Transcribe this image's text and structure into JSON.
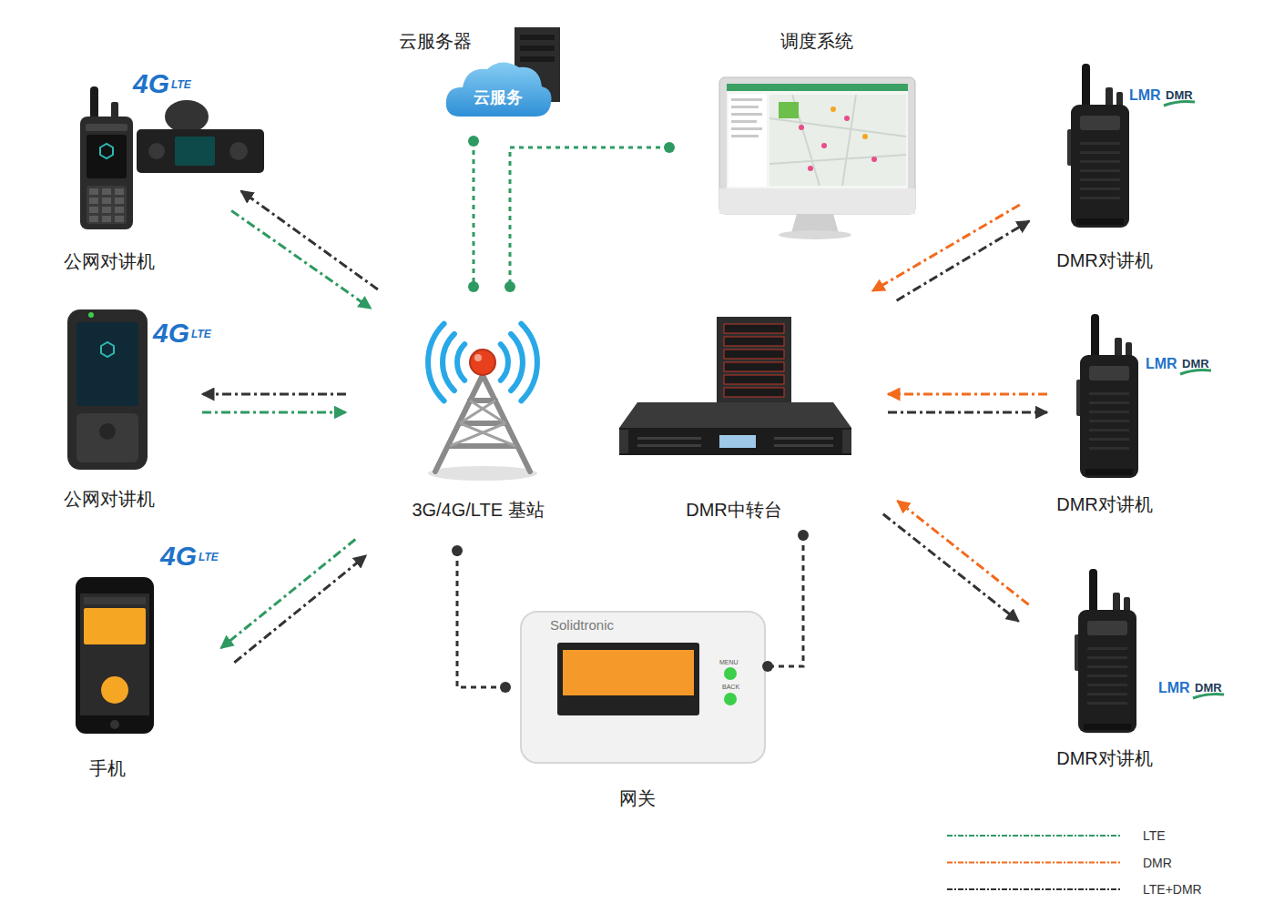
{
  "diagram": {
    "nodes": [
      {
        "text": [
          "公网对讲机"
        ]
      },
      {
        "text": [
          "云服务器",
          "云服务"
        ]
      },
      {
        "text": [
          "调度系统"
        ]
      },
      {
        "text": [
          "DMR对讲机"
        ]
      },
      {
        "text": [
          "公网对讲机"
        ]
      },
      {
        "text": [
          "3G/4G/LTE 基站"
        ]
      },
      {
        "text": [
          "DMR中转台"
        ]
      },
      {
        "text": [
          "DMR对讲机"
        ]
      },
      {
        "text": [
          "手机"
        ]
      },
      {
        "text": [
          "网关"
        ]
      },
      {
        "text": [
          "DMR对讲机"
        ]
      }
    ],
    "edges": [
      {
        "from": 0,
        "to": 5,
        "arrow": "to"
      },
      {
        "from": 5,
        "to": 0,
        "arrow": "to"
      },
      {
        "from": 1,
        "to": 5,
        "arrow": "none"
      },
      {
        "from": 2,
        "to": 5,
        "arrow": "none"
      },
      {
        "from": 3,
        "to": 6,
        "arrow": "to"
      },
      {
        "from": 6,
        "to": 3,
        "arrow": "to"
      },
      {
        "from": 4,
        "to": 5,
        "arrow": "to"
      },
      {
        "from": 5,
        "to": 4,
        "arrow": "to"
      },
      {
        "from": 7,
        "to": 6,
        "arrow": "to"
      },
      {
        "from": 6,
        "to": 7,
        "arrow": "to"
      },
      {
        "from": 5,
        "to": 8,
        "arrow": "to"
      },
      {
        "from": 8,
        "to": 5,
        "arrow": "to"
      },
      {
        "from": 5,
        "to": 9,
        "arrow": "none"
      },
      {
        "from": 6,
        "to": 9,
        "arrow": "none"
      },
      {
        "from": 10,
        "to": 6,
        "arrow": "to"
      },
      {
        "from": 6,
        "to": 10,
        "arrow": "to"
      }
    ],
    "labels": [
      "4G",
      "LTE",
      "4G",
      "LTE",
      "4G",
      "LTE",
      "LMR",
      "DMR",
      "LMR",
      "DMR",
      "LMR",
      "DMR",
      "Solidtronic",
      "MENU",
      "BACK"
    ],
    "legend": [
      {
        "text": "LTE",
        "color": "#2e9a62"
      },
      {
        "text": "DMR",
        "color": "#f26a1c"
      },
      {
        "text": "LTE+DMR",
        "color": "#333333"
      }
    ]
  }
}
